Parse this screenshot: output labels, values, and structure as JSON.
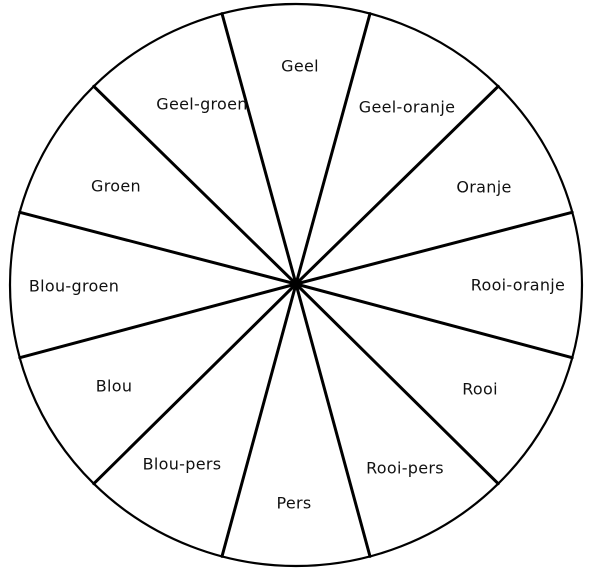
{
  "diagram": {
    "type": "color-wheel",
    "background_color": "#ffffff",
    "line_color": "#000000",
    "text_color": "#111111",
    "segments": [
      {
        "label": "Geel"
      },
      {
        "label": "Geel-oranje"
      },
      {
        "label": "Oranje"
      },
      {
        "label": "Rooi-oranje"
      },
      {
        "label": "Rooi"
      },
      {
        "label": "Rooi-pers"
      },
      {
        "label": "Pers"
      },
      {
        "label": "Blou-pers"
      },
      {
        "label": "Blou"
      },
      {
        "label": "Blou-groen"
      },
      {
        "label": "Groen"
      },
      {
        "label": "Geel-groen"
      }
    ]
  }
}
